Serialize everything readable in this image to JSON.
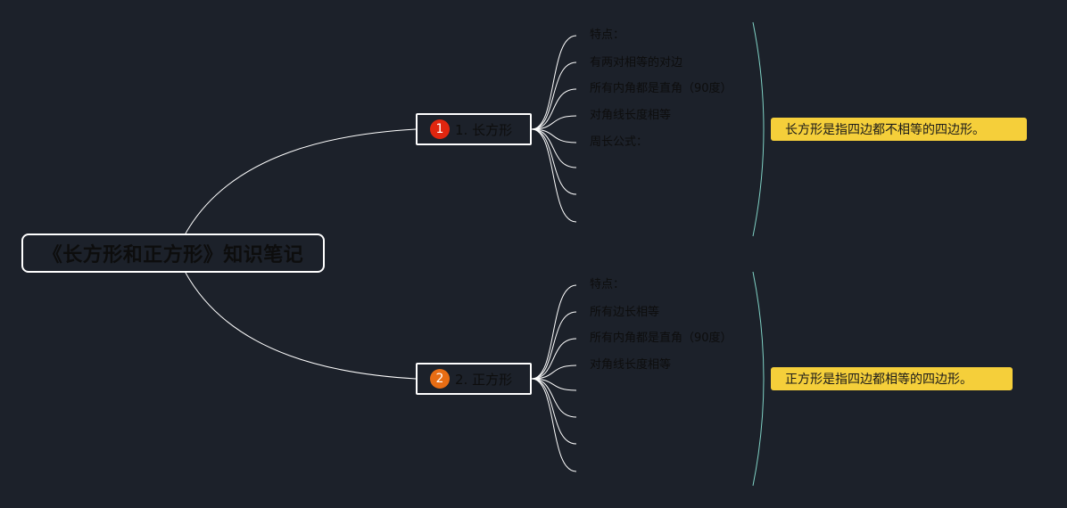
{
  "root": {
    "title": "《长方形和正方形》知识笔记"
  },
  "topics": [
    {
      "marker": "1",
      "label": "1. 长方形",
      "items": [
        "特点：",
        "有两对相等的对边",
        "所有内角都是直角（90度）",
        "对角线长度相等",
        "周长公式："
      ],
      "summary": "长方形是指四边都不相等的四边形。"
    },
    {
      "marker": "2",
      "label": "2. 正方形",
      "items": [
        "特点：",
        "所有边长相等",
        "所有内角都是直角（90度）",
        "对角线长度相等"
      ],
      "summary": "正方形是指四边都相等的四边形。"
    }
  ],
  "colors": {
    "background": "#1c212a",
    "connector": "#ffffff",
    "summary_bracket": "#7fd1c4",
    "summary_fill": "#f5cf3a",
    "marker_1": "#e0260f",
    "marker_2": "#e86d14"
  }
}
